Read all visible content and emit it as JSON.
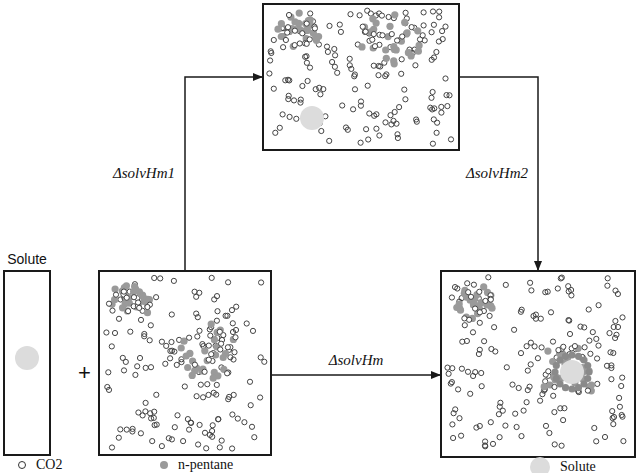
{
  "diagram": {
    "nodes": [
      {
        "text": [
          "Solute"
        ]
      },
      {
        "text": []
      },
      {
        "text": []
      },
      {
        "text": []
      }
    ],
    "edges": [
      {
        "from": 1,
        "to": 2,
        "arrow": "to",
        "label": "ΔsolvHm1"
      },
      {
        "from": 2,
        "to": 3,
        "arrow": "to",
        "label": "ΔsolvHm2"
      },
      {
        "from": 1,
        "to": 3,
        "arrow": "to",
        "label": "ΔsolvHm"
      }
    ],
    "labels": [
      "+"
    ],
    "legend": [
      {
        "text": "CO2"
      },
      {
        "text": "n-pentane",
        "color": "#9a9a9a"
      },
      {
        "text": "Solute",
        "color": "#dcdcdc"
      }
    ]
  }
}
